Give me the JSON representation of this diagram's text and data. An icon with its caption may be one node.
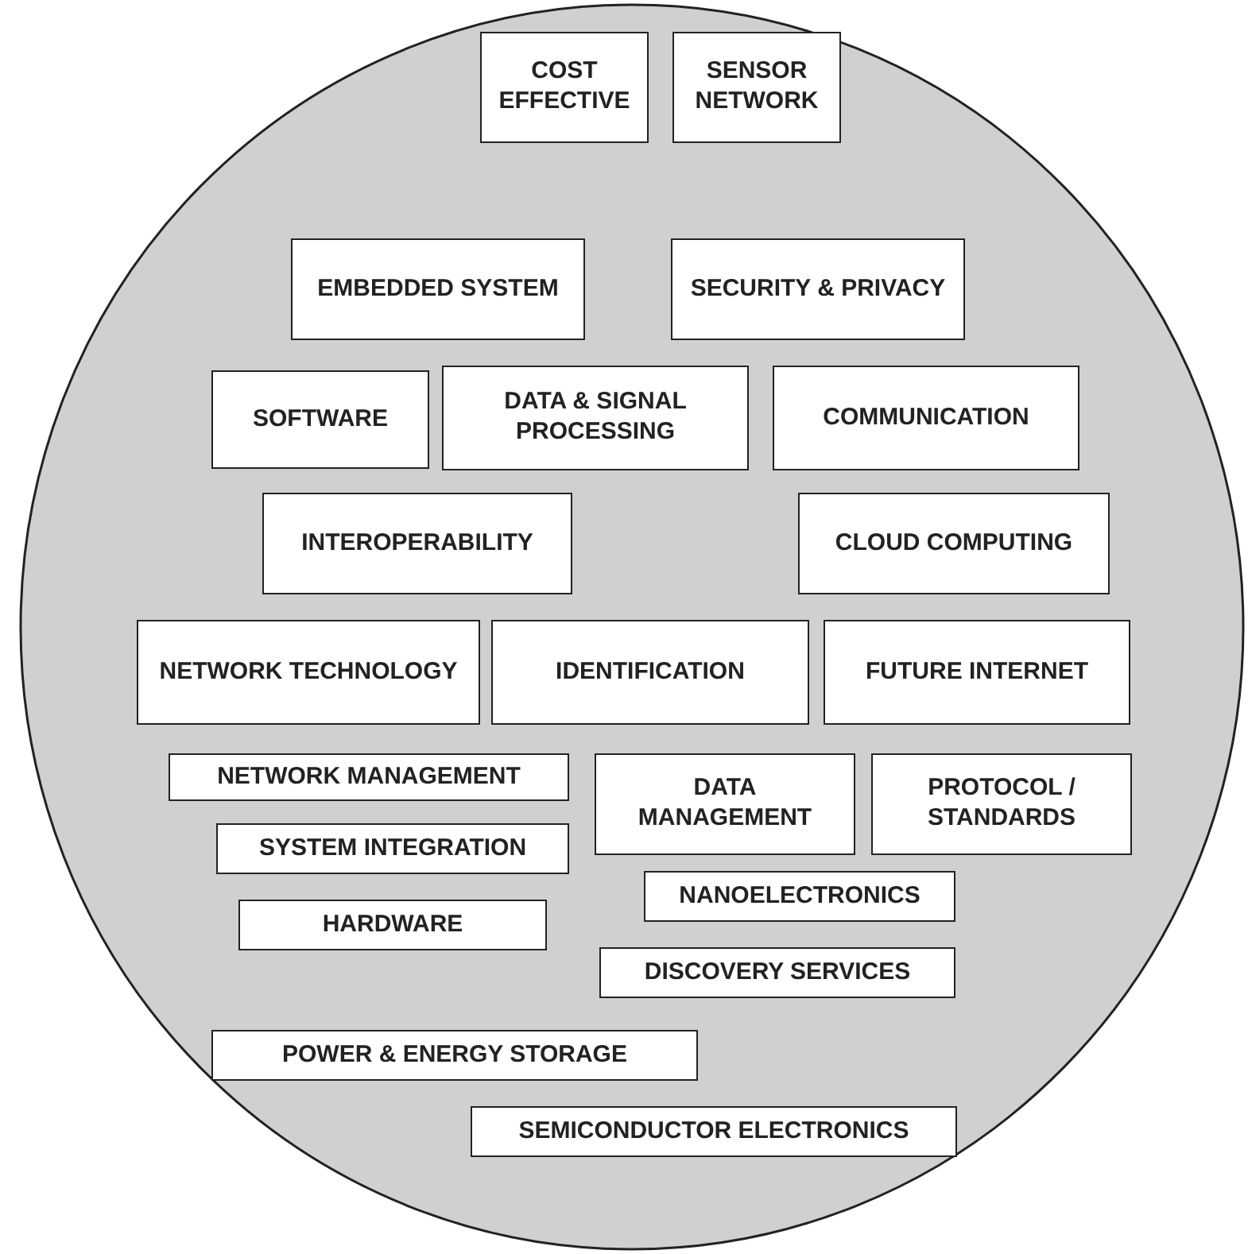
{
  "diagram": {
    "nodes": [
      {
        "text": [],
        "shape": "circle"
      },
      {
        "text": [
          "COST EFFECTIVE"
        ],
        "in": 0
      },
      {
        "text": [
          "SENSOR NETWORK"
        ],
        "in": 0
      },
      {
        "text": [
          "EMBEDDED SYSTEM"
        ],
        "in": 0
      },
      {
        "text": [
          "SECURITY & PRIVACY"
        ],
        "in": 0
      },
      {
        "text": [
          "SOFTWARE"
        ],
        "in": 0
      },
      {
        "text": [
          "DATA & SIGNAL PROCESSING"
        ],
        "in": 0
      },
      {
        "text": [
          "COMMUNICATION"
        ],
        "in": 0
      },
      {
        "text": [
          "INTEROPERABILITY"
        ],
        "in": 0
      },
      {
        "text": [
          "CLOUD COMPUTING"
        ],
        "in": 0
      },
      {
        "text": [
          "NETWORK TECHNOLOGY"
        ],
        "in": 0
      },
      {
        "text": [
          "IDENTIFICATION"
        ],
        "in": 0
      },
      {
        "text": [
          "FUTURE INTERNET"
        ],
        "in": 0
      },
      {
        "text": [
          "NETWORK MANAGEMENT"
        ],
        "in": 0
      },
      {
        "text": [
          "DATA MANAGEMENT"
        ],
        "in": 0
      },
      {
        "text": [
          "PROTOCOL / STANDARDS"
        ],
        "in": 0
      },
      {
        "text": [
          "SYSTEM INTEGRATION"
        ],
        "in": 0
      },
      {
        "text": [
          "NANOELECTRONICS"
        ],
        "in": 0
      },
      {
        "text": [
          "HARDWARE"
        ],
        "in": 0
      },
      {
        "text": [
          "DISCOVERY SERVICES"
        ],
        "in": 0
      },
      {
        "text": [
          "POWER & ENERGY STORAGE"
        ],
        "in": 0
      },
      {
        "text": [
          "SEMICONDUCTOR ELECTRONICS"
        ],
        "in": 0
      }
    ]
  }
}
